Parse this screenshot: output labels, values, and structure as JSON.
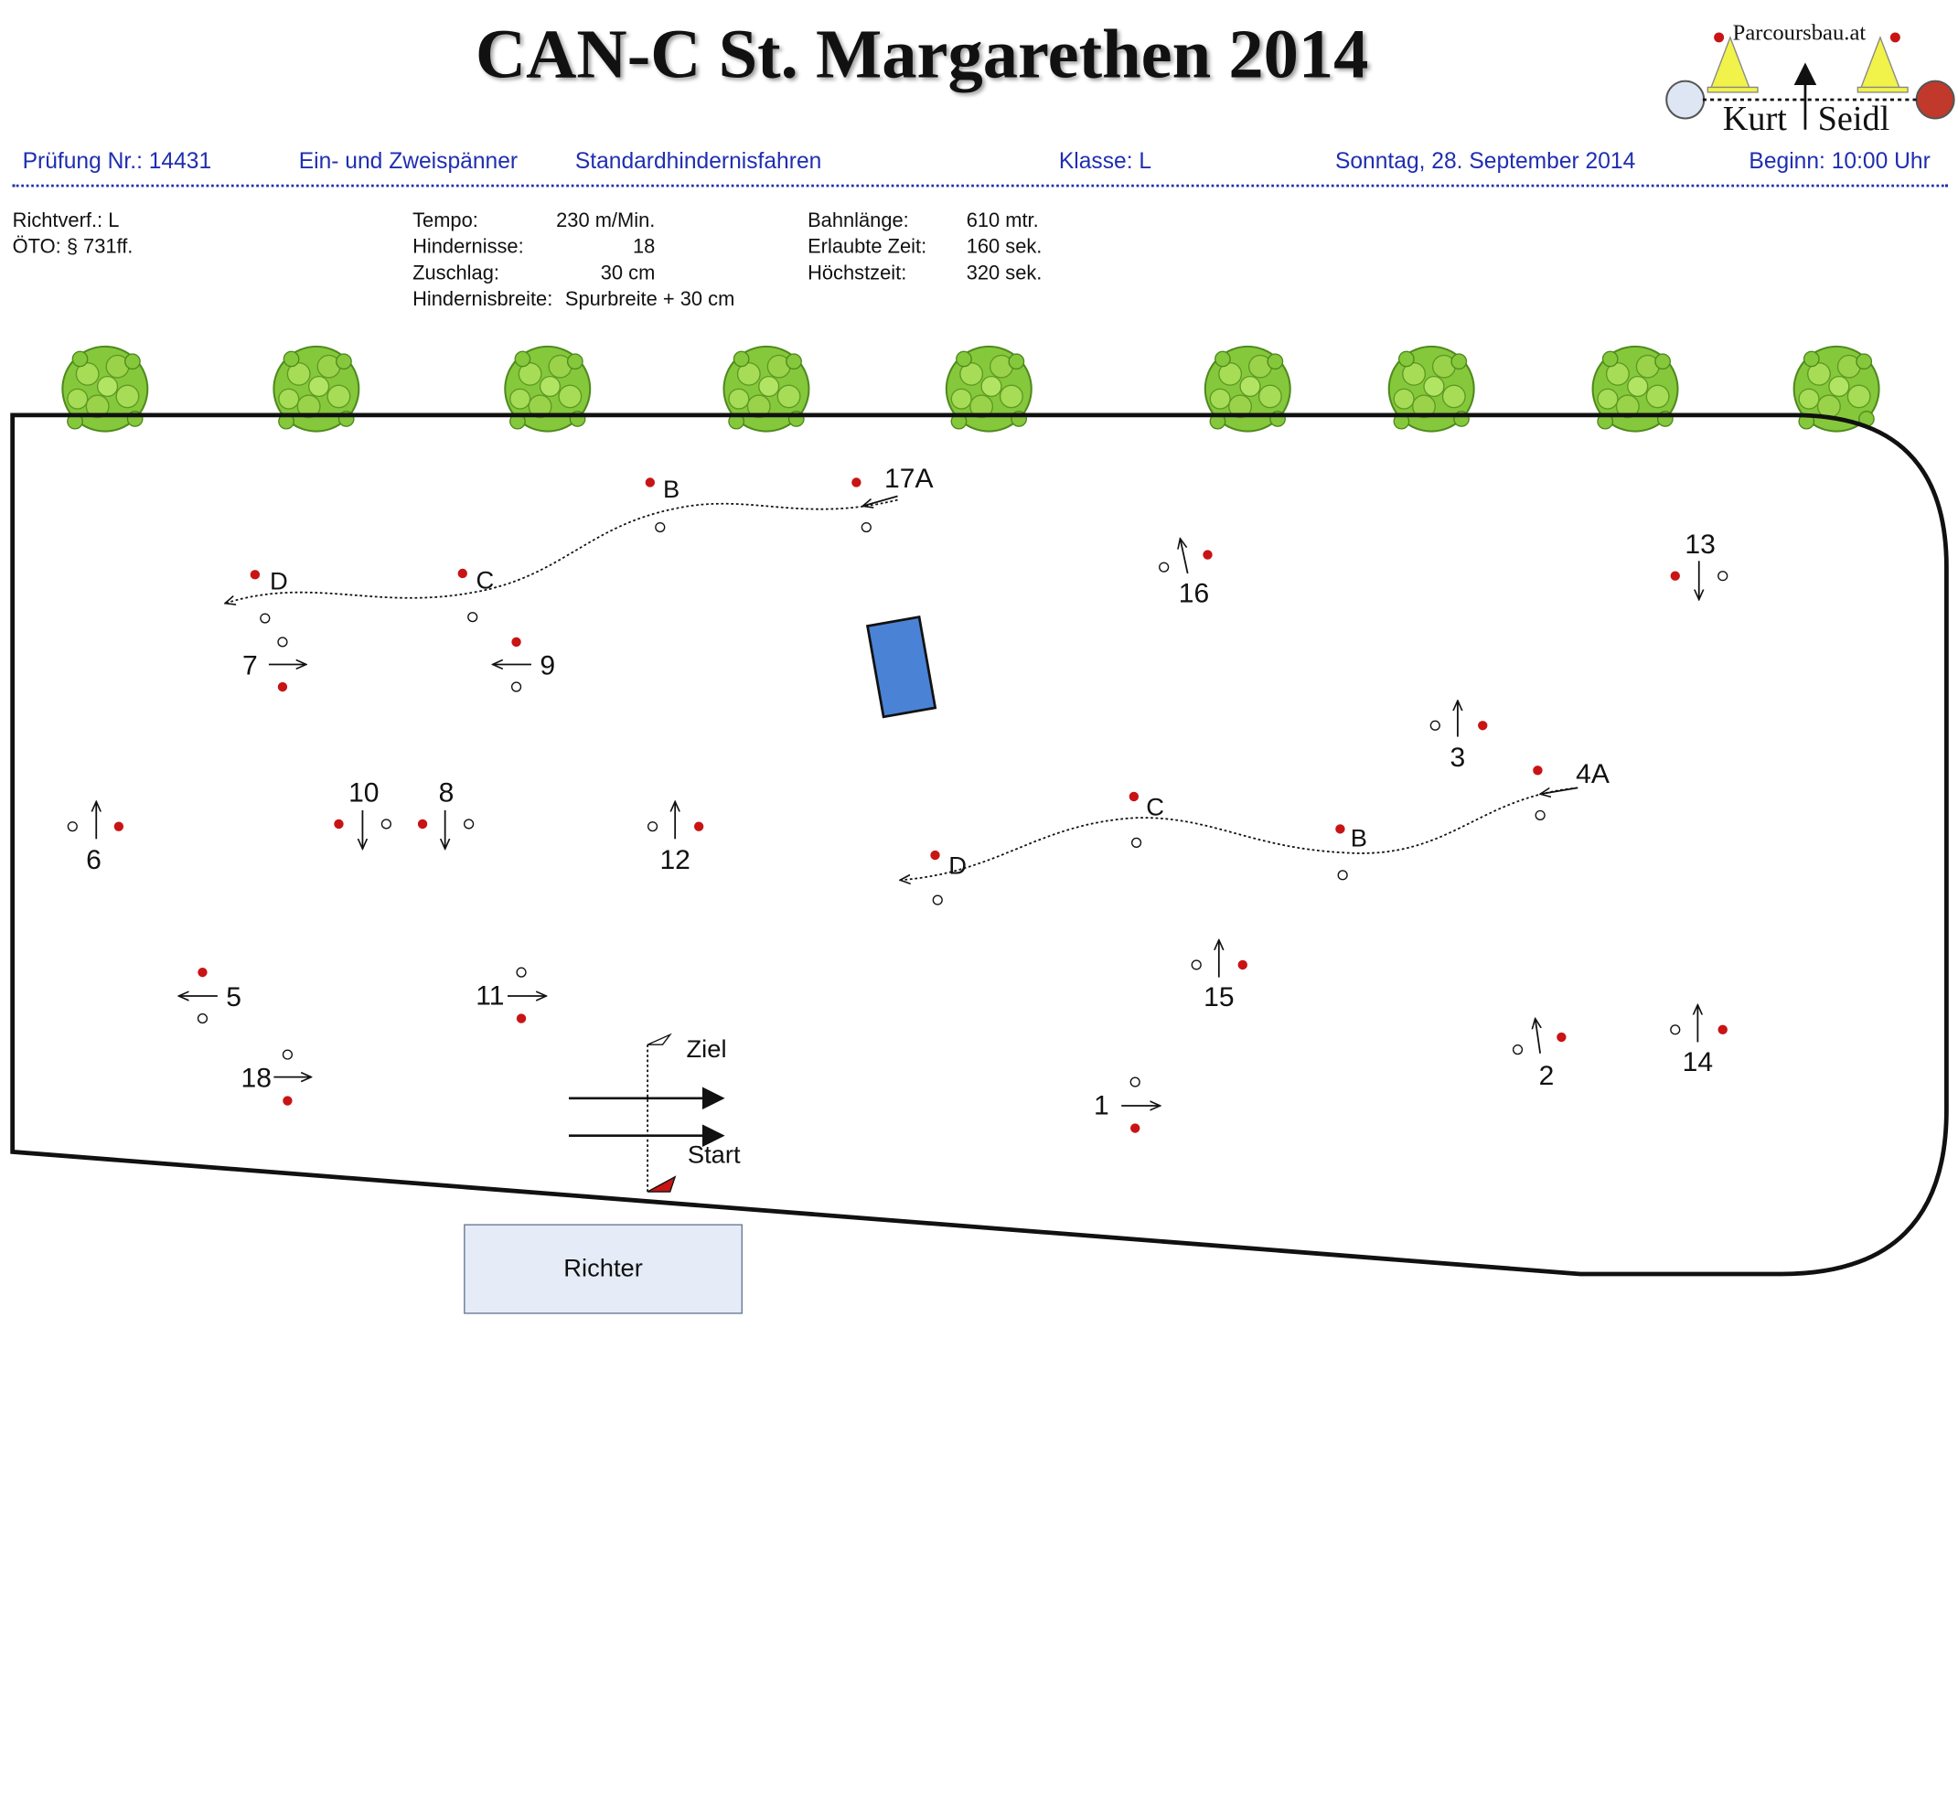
{
  "title": "CAN-C St. Margarethen 2014",
  "logo": {
    "site": "Parcoursbau.at",
    "first": "Kurt",
    "last": "Seidl"
  },
  "header": {
    "pruefung": "Prüfung Nr.: 14431",
    "gespann": "Ein- und Zweispänner",
    "bewerb": "Standardhindernisfahren",
    "klasse": "Klasse: L",
    "datum": "Sonntag, 28. September 2014",
    "beginn": "Beginn: 10:00 Uhr"
  },
  "info": {
    "richtverf": "Richtverf.: L",
    "oto": "ÖTO: § 731ff.",
    "tempo_label": "Tempo:",
    "tempo_value": "230 m/Min.",
    "hindernisse_label": "Hindernisse:",
    "hindernisse_value": "18",
    "zuschlag_label": "Zuschlag:",
    "zuschlag_value": "30 cm",
    "breite_label": "Hindernisbreite:",
    "breite_value": "Spurbreite + 30 cm",
    "bahnlaenge_label": "Bahnlänge:",
    "bahnlaenge_value": "610 mtr.",
    "erlaubt_label": "Erlaubte Zeit:",
    "erlaubt_value": "160 sek.",
    "hoechst_label": "Höchstzeit:",
    "hoechst_value": "320 sek."
  },
  "course": {
    "obstacles": [
      "1",
      "2",
      "3",
      "4A",
      "5",
      "6",
      "7",
      "8",
      "9",
      "10",
      "11",
      "12",
      "13",
      "14",
      "15",
      "16",
      "17A",
      "18"
    ],
    "serpentine_gates": [
      "B",
      "C",
      "D"
    ],
    "finish": "Ziel",
    "start": "Start",
    "judge": "Richter"
  },
  "colors": {
    "header_blue": "#1f2eb0",
    "red_cone": "#c81414",
    "tree_green": "#86c83c",
    "box_blue": "#4a82d6",
    "judge_box": "#e5ecf7"
  }
}
